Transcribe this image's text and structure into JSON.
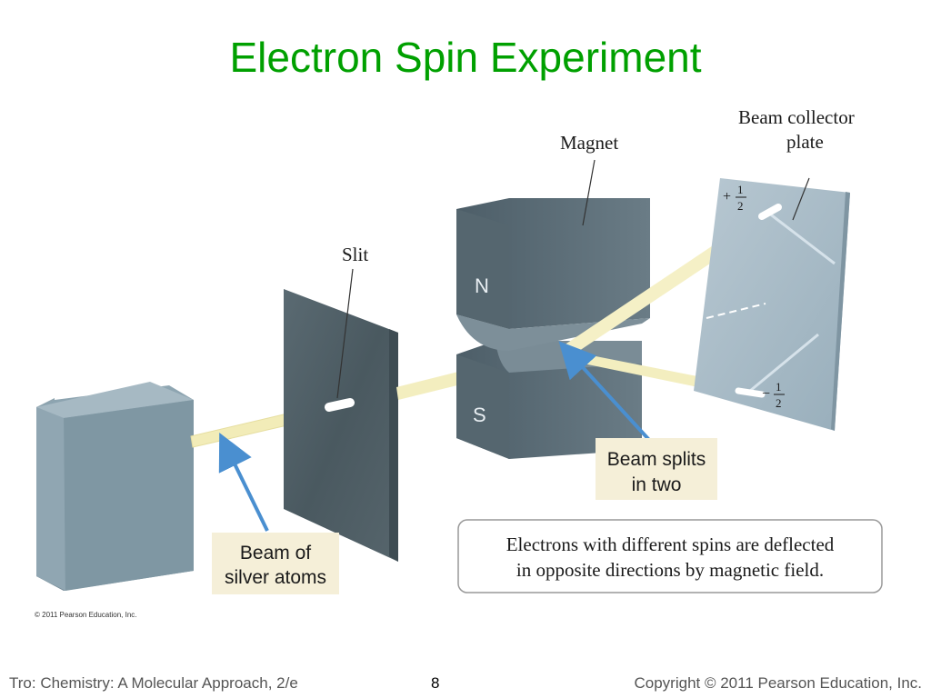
{
  "slide": {
    "title": "Electron Spin Experiment",
    "image_copyright": "© 2011 Pearson Education, Inc.",
    "footer_left": "Tro: Chemistry: A Molecular Approach, 2/e",
    "page_number": "8",
    "footer_right": "Copyright © 2011 Pearson Education, Inc."
  },
  "diagram": {
    "labels": {
      "magnet": "Magnet",
      "beam_collector_line1": "Beam collector",
      "beam_collector_line2": "plate",
      "slit": "Slit",
      "north": "N",
      "south": "S",
      "plus_sign": "+",
      "minus_sign": "−",
      "half_numerator": "1",
      "half_denominator": "2",
      "beam_splits_line1": "Beam splits",
      "beam_splits_line2": "in two",
      "beam_silver_line1": "Beam of",
      "beam_silver_line2": "silver atoms",
      "caption_line1": "Electrons with different spins are deflected",
      "caption_line2": "in opposite directions by magnetic field."
    },
    "colors": {
      "title": "#00a000",
      "arrow": "#4a8fd0",
      "label_box": "#f5efd8",
      "beam": "#f4f0c0"
    }
  }
}
